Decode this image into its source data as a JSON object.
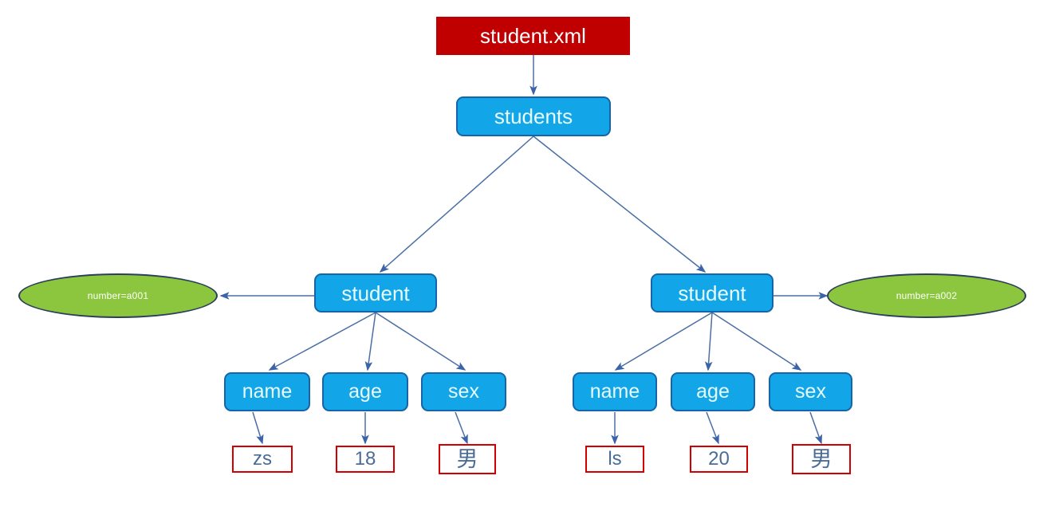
{
  "diagram": {
    "title": "XML document tree for student.xml",
    "type": "tree",
    "colors": {
      "root_fill": "#c00000",
      "element_fill": "#12a6e8",
      "element_stroke": "#1565a8",
      "attribute_fill": "#8cc63e",
      "attribute_stroke": "#2b3e5c",
      "text_stroke": "#d40000",
      "text_color": "#4a6c97",
      "edge_color": "#4a6fa5"
    }
  },
  "nodes": {
    "root": {
      "label": "student.xml",
      "kind": "document"
    },
    "students": {
      "label": "students",
      "kind": "element"
    },
    "student_1": {
      "label": "student",
      "kind": "element"
    },
    "student_2": {
      "label": "student",
      "kind": "element"
    },
    "attr_1": {
      "label": "number=a001",
      "kind": "attribute"
    },
    "attr_2": {
      "label": "number=a002",
      "kind": "attribute"
    },
    "name_1": {
      "label": "name",
      "kind": "element"
    },
    "age_1": {
      "label": "age",
      "kind": "element"
    },
    "sex_1": {
      "label": "sex",
      "kind": "element"
    },
    "name_2": {
      "label": "name",
      "kind": "element"
    },
    "age_2": {
      "label": "age",
      "kind": "element"
    },
    "sex_2": {
      "label": "sex",
      "kind": "element"
    },
    "value_name_1": {
      "label": "zs",
      "kind": "text"
    },
    "value_age_1": {
      "label": "18",
      "kind": "text"
    },
    "value_sex_1": {
      "label": "男",
      "kind": "text"
    },
    "value_name_2": {
      "label": "ls",
      "kind": "text"
    },
    "value_age_2": {
      "label": "20",
      "kind": "text"
    },
    "value_sex_2": {
      "label": "男",
      "kind": "text"
    }
  },
  "edges": [
    {
      "from": "root",
      "to": "students"
    },
    {
      "from": "students",
      "to": "student_1"
    },
    {
      "from": "students",
      "to": "student_2"
    },
    {
      "from": "student_1",
      "to": "attr_1"
    },
    {
      "from": "student_2",
      "to": "attr_2"
    },
    {
      "from": "student_1",
      "to": "name_1"
    },
    {
      "from": "student_1",
      "to": "age_1"
    },
    {
      "from": "student_1",
      "to": "sex_1"
    },
    {
      "from": "student_2",
      "to": "name_2"
    },
    {
      "from": "student_2",
      "to": "age_2"
    },
    {
      "from": "student_2",
      "to": "sex_2"
    },
    {
      "from": "name_1",
      "to": "value_name_1"
    },
    {
      "from": "age_1",
      "to": "value_age_1"
    },
    {
      "from": "sex_1",
      "to": "value_sex_1"
    },
    {
      "from": "name_2",
      "to": "value_name_2"
    },
    {
      "from": "age_2",
      "to": "value_age_2"
    },
    {
      "from": "sex_2",
      "to": "value_sex_2"
    }
  ]
}
